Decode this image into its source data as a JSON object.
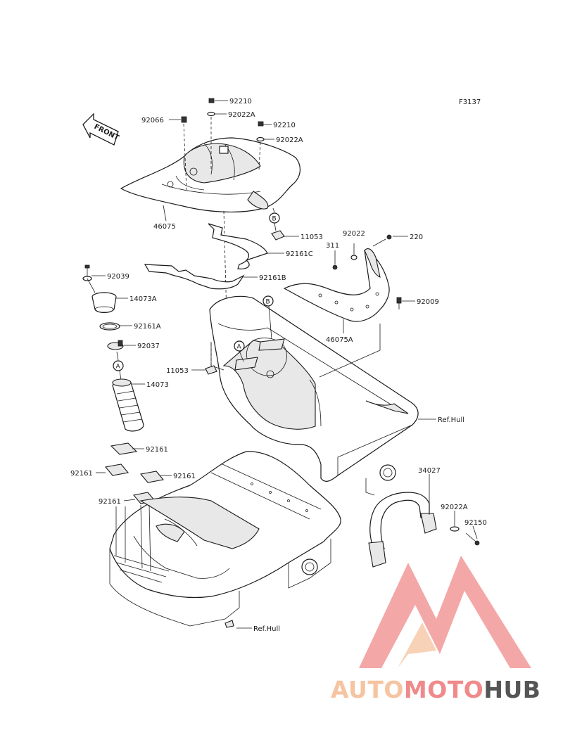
{
  "figure_code": "F3137",
  "front_label": "FRONT",
  "circle_refs": {
    "a": "A",
    "b": "B"
  },
  "part_labels": [
    {
      "id": "92210_top",
      "text": "92210"
    },
    {
      "id": "92022A_top",
      "text": "92022A"
    },
    {
      "id": "92066",
      "text": "92066"
    },
    {
      "id": "92210_mid",
      "text": "92210"
    },
    {
      "id": "92022A_mid",
      "text": "92022A"
    },
    {
      "id": "46075",
      "text": "46075"
    },
    {
      "id": "11053_right",
      "text": "11053"
    },
    {
      "id": "92022",
      "text": "92022"
    },
    {
      "id": "220",
      "text": "220"
    },
    {
      "id": "311",
      "text": "311"
    },
    {
      "id": "92161C",
      "text": "92161C"
    },
    {
      "id": "92039",
      "text": "92039"
    },
    {
      "id": "92161B",
      "text": "92161B"
    },
    {
      "id": "14073A",
      "text": "14073A"
    },
    {
      "id": "92009",
      "text": "92009"
    },
    {
      "id": "92161A",
      "text": "92161A"
    },
    {
      "id": "46075A",
      "text": "46075A"
    },
    {
      "id": "92037",
      "text": "92037"
    },
    {
      "id": "11053_left",
      "text": "11053"
    },
    {
      "id": "14073",
      "text": "14073"
    },
    {
      "id": "refhull_right",
      "text": "Ref.Hull"
    },
    {
      "id": "92161_a",
      "text": "92161"
    },
    {
      "id": "92161_b",
      "text": "92161"
    },
    {
      "id": "92161_c",
      "text": "92161"
    },
    {
      "id": "92161_d",
      "text": "92161"
    },
    {
      "id": "34027",
      "text": "34027"
    },
    {
      "id": "92022A_low",
      "text": "92022A"
    },
    {
      "id": "92150",
      "text": "92150"
    },
    {
      "id": "refhull_bottom",
      "text": "Ref.Hull"
    }
  ],
  "watermark": {
    "part1": "AUTO",
    "part2": "MOTO",
    "part3": "HUB",
    "color_light": "#f5c4a0",
    "color_mid": "#f08a8a",
    "color_dark": "#555555"
  }
}
